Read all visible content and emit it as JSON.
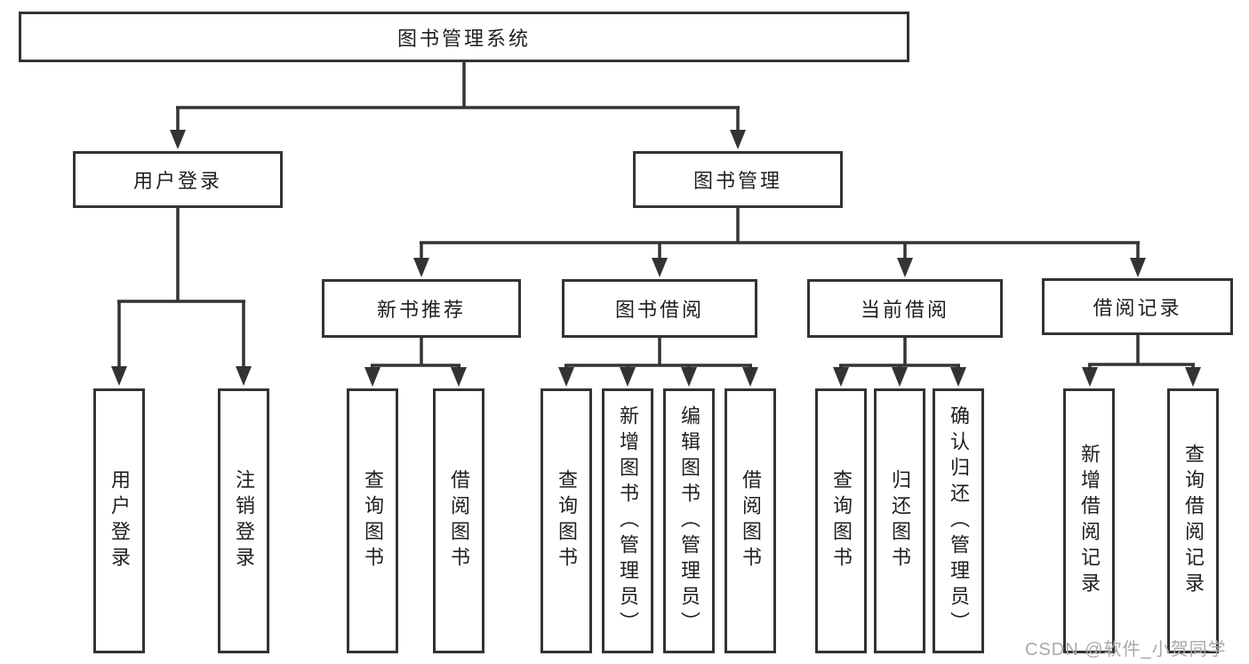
{
  "tree": {
    "root": "图书管理系统",
    "level2": [
      {
        "label": "用户登录",
        "leaves": [
          "用户登录",
          "注销登录"
        ]
      },
      {
        "label": "图书管理",
        "modules": [
          {
            "label": "新书推荐",
            "leaves": [
              "查询图书",
              "借阅图书"
            ]
          },
          {
            "label": "图书借阅",
            "leaves": [
              "查询图书",
              "新增图书（管理员）",
              "编辑图书（管理员）",
              "借阅图书"
            ]
          },
          {
            "label": "当前借阅",
            "leaves": [
              "查询图书",
              "归还图书",
              "确认归还（管理员）"
            ]
          },
          {
            "label": "借阅记录",
            "leaves": [
              "新增借阅记录",
              "查询借阅记录"
            ]
          }
        ]
      }
    ]
  },
  "colors": {
    "line": "#333333",
    "text": "#1f1f1f",
    "watermark": "#a9a9a9",
    "background": "#ffffff"
  },
  "watermark": "CSDN @软件_小贺同学"
}
